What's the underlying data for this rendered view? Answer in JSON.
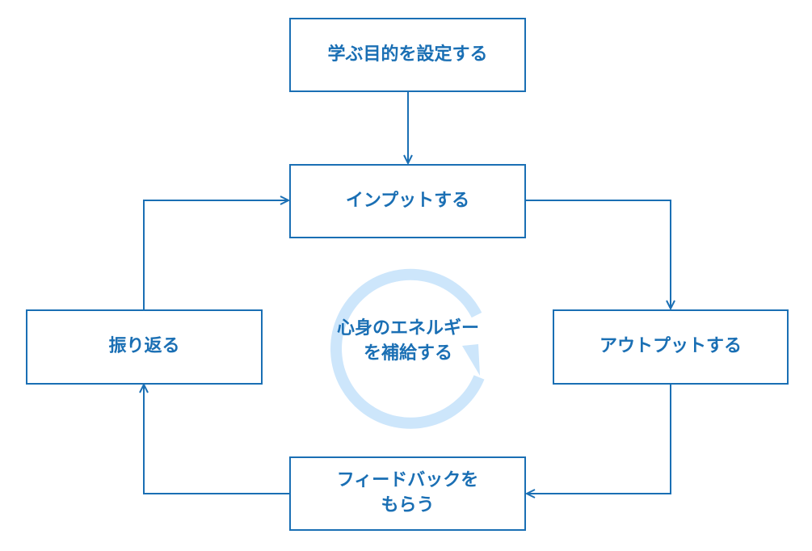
{
  "nodes": {
    "goal": "学ぶ目的を設定する",
    "input": "インプットする",
    "output": "アウトプットする",
    "feedback_line1": "フィードバックを",
    "feedback_line2": "もらう",
    "reflect": "振り返る"
  },
  "center": {
    "line1": "心身のエネルギー",
    "line2": "を補給する"
  },
  "colors": {
    "accent": "#1a6fb4",
    "cycle": "#cde6fb"
  },
  "icons": {
    "center": "refresh-cycle-icon"
  }
}
